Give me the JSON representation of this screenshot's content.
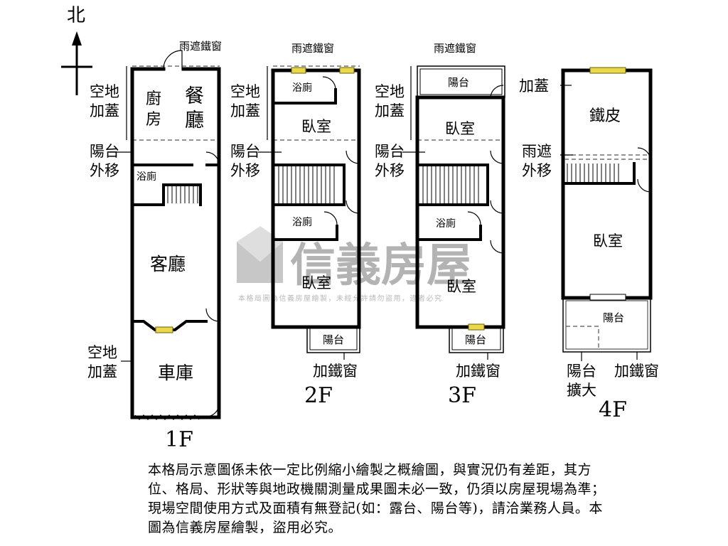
{
  "compass": {
    "north": "北"
  },
  "floors": {
    "f1": {
      "label": "1F",
      "rooms": {
        "kitchen_1": "廚",
        "kitchen_2": "房",
        "dining_1": "餐",
        "dining_2": "廳",
        "bath": "浴廁",
        "living": "客廳",
        "garage": "車庫"
      },
      "notes": {
        "rain_window": "雨遮鐵窗",
        "open_space_1": "空地",
        "open_space_2": "加蓋",
        "balcony_moved_1": "陽台",
        "balcony_moved_2": "外移",
        "garage_space_1": "空地",
        "garage_space_2": "加蓋"
      }
    },
    "f2": {
      "label": "2F",
      "rooms": {
        "bath_top": "浴廁",
        "bedroom_top": "臥室",
        "bath_mid": "浴廁",
        "bedroom_bottom": "臥室",
        "balcony": "陽台"
      },
      "notes": {
        "rain_window": "雨遮鐵窗",
        "open_space_1": "空地",
        "open_space_2": "加蓋",
        "balcony_moved_1": "陽台",
        "balcony_moved_2": "外移",
        "iron_window": "加鐵窗"
      }
    },
    "f3": {
      "label": "3F",
      "rooms": {
        "balcony_top": "陽台",
        "bedroom_top": "臥室",
        "bath": "浴廁",
        "bedroom_bottom": "臥室",
        "balcony_bottom": "陽台"
      },
      "notes": {
        "rain_window": "雨遮鐵窗",
        "open_space_1": "空地",
        "open_space_2": "加蓋",
        "balcony_moved_1": "陽台",
        "balcony_moved_2": "外移",
        "iron_window": "加鐵窗"
      }
    },
    "f4": {
      "label": "4F",
      "rooms": {
        "iron_sheet": "鐵皮",
        "bedroom": "臥室",
        "balcony": "陽台"
      },
      "notes": {
        "addition": "加蓋",
        "rain_moved_1": "雨遮",
        "rain_moved_2": "外移",
        "balcony_expand_1": "陽台",
        "balcony_expand_2": "擴大",
        "iron_window": "加鐵窗"
      }
    }
  },
  "watermark": {
    "brand": "信義房屋",
    "notice": "本格局圖為信義房屋繪製，未經允許請勿盜用，違者必究"
  },
  "disclaimer": "本格局示意圖係未依一定比例縮小繪製之概繪圖，與實況仍有差距，其方位、格局、形狀等與地政機關測量成果圖未必一致，仍須以房屋現場為準；現場空間使用方式及面積有無登記(如：露台、陽台等)，請洽業務人員。本圖為信義房屋繪製，盜用必究。",
  "colors": {
    "wall": "#000000",
    "window": "#e8d84a",
    "watermark": "#9a9a9a",
    "dashed": "#555555"
  }
}
